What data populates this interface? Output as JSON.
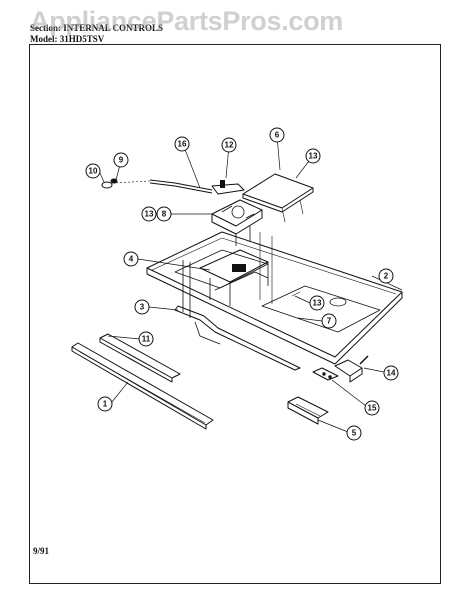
{
  "header": {
    "section_line": "Section: INTERNAL CONTROLS",
    "model_line": "Model: 31HD5TSV",
    "watermark": "AppliancePartsPros.com"
  },
  "footer": {
    "date": "9/91"
  },
  "callouts": [
    {
      "id": "c10",
      "label": "10"
    },
    {
      "id": "c9",
      "label": "9"
    },
    {
      "id": "c16",
      "label": "16"
    },
    {
      "id": "c12",
      "label": "12"
    },
    {
      "id": "c6",
      "label": "6"
    },
    {
      "id": "c13a",
      "label": "13"
    },
    {
      "id": "c13b",
      "label": "13"
    },
    {
      "id": "c8",
      "label": "8"
    },
    {
      "id": "c4",
      "label": "4"
    },
    {
      "id": "c2",
      "label": "2"
    },
    {
      "id": "c3",
      "label": "3"
    },
    {
      "id": "c13c",
      "label": "13"
    },
    {
      "id": "c7",
      "label": "7"
    },
    {
      "id": "c11",
      "label": "11"
    },
    {
      "id": "c1",
      "label": "1"
    },
    {
      "id": "c14",
      "label": "14"
    },
    {
      "id": "c15",
      "label": "15"
    },
    {
      "id": "c5",
      "label": "5"
    }
  ]
}
